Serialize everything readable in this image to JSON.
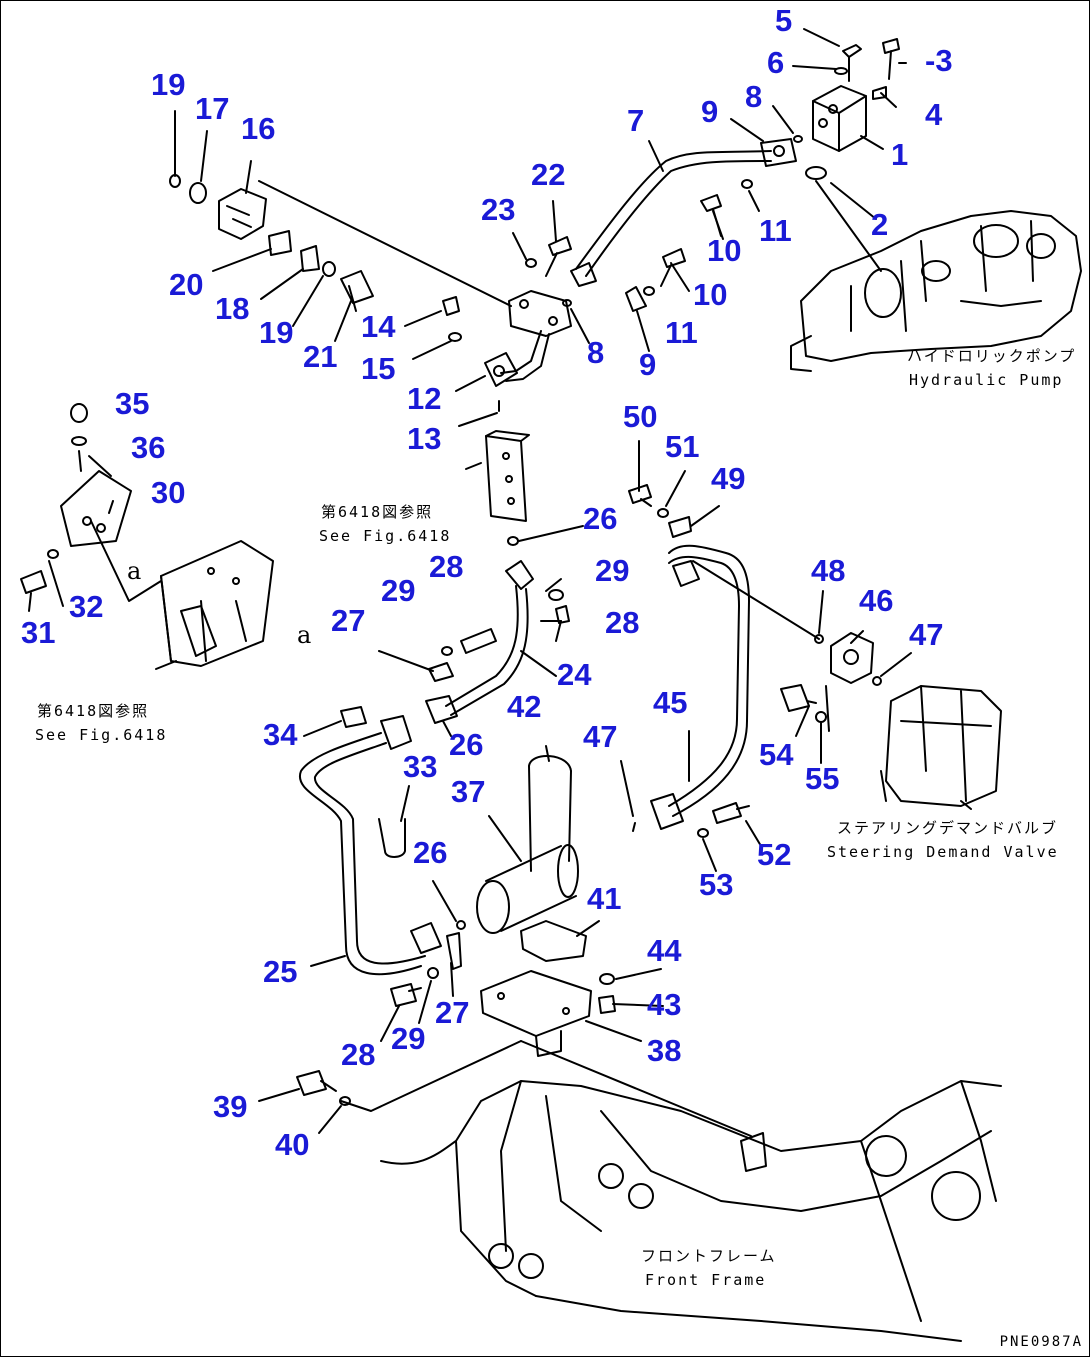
{
  "colors": {
    "callout": "#1a1ad6",
    "line": "#000000"
  },
  "parts": [
    {
      "id": "p5",
      "label": "5"
    },
    {
      "id": "p6",
      "label": "6"
    },
    {
      "id": "p3",
      "label": "-3"
    },
    {
      "id": "p8a",
      "label": "8"
    },
    {
      "id": "p9a",
      "label": "9"
    },
    {
      "id": "p4",
      "label": "4"
    },
    {
      "id": "p7",
      "label": "7"
    },
    {
      "id": "p1",
      "label": "1"
    },
    {
      "id": "p19a",
      "label": "19"
    },
    {
      "id": "p17",
      "label": "17"
    },
    {
      "id": "p16",
      "label": "16"
    },
    {
      "id": "p22",
      "label": "22"
    },
    {
      "id": "p2",
      "label": "2"
    },
    {
      "id": "p23",
      "label": "23"
    },
    {
      "id": "p11a",
      "label": "11"
    },
    {
      "id": "p10a",
      "label": "10"
    },
    {
      "id": "p20",
      "label": "20"
    },
    {
      "id": "p10b",
      "label": "10"
    },
    {
      "id": "p18",
      "label": "18"
    },
    {
      "id": "p19b",
      "label": "19"
    },
    {
      "id": "p21",
      "label": "21"
    },
    {
      "id": "p14",
      "label": "14"
    },
    {
      "id": "p11b",
      "label": "11"
    },
    {
      "id": "p8b",
      "label": "8"
    },
    {
      "id": "p15",
      "label": "15"
    },
    {
      "id": "p9b",
      "label": "9"
    },
    {
      "id": "p12",
      "label": "12"
    },
    {
      "id": "p13",
      "label": "13"
    },
    {
      "id": "p35",
      "label": "35"
    },
    {
      "id": "p36",
      "label": "36"
    },
    {
      "id": "p30",
      "label": "30"
    },
    {
      "id": "p50",
      "label": "50"
    },
    {
      "id": "p51",
      "label": "51"
    },
    {
      "id": "p49",
      "label": "49"
    },
    {
      "id": "p26a",
      "label": "26"
    },
    {
      "id": "p28a",
      "label": "28"
    },
    {
      "id": "p29a",
      "label": "29"
    },
    {
      "id": "p29b",
      "label": "29"
    },
    {
      "id": "p48",
      "label": "48"
    },
    {
      "id": "p46",
      "label": "46"
    },
    {
      "id": "p32",
      "label": "32"
    },
    {
      "id": "p31",
      "label": "31"
    },
    {
      "id": "p27a",
      "label": "27"
    },
    {
      "id": "p28b",
      "label": "28"
    },
    {
      "id": "p47a",
      "label": "47"
    },
    {
      "id": "p24",
      "label": "24"
    },
    {
      "id": "p45",
      "label": "45"
    },
    {
      "id": "p42",
      "label": "42"
    },
    {
      "id": "p34",
      "label": "34"
    },
    {
      "id": "p26b",
      "label": "26"
    },
    {
      "id": "p47b",
      "label": "47"
    },
    {
      "id": "p54",
      "label": "54"
    },
    {
      "id": "p33",
      "label": "33"
    },
    {
      "id": "p55",
      "label": "55"
    },
    {
      "id": "p37",
      "label": "37"
    },
    {
      "id": "p52",
      "label": "52"
    },
    {
      "id": "p26c",
      "label": "26"
    },
    {
      "id": "p53",
      "label": "53"
    },
    {
      "id": "p41",
      "label": "41"
    },
    {
      "id": "p44",
      "label": "44"
    },
    {
      "id": "p25",
      "label": "25"
    },
    {
      "id": "p43",
      "label": "43"
    },
    {
      "id": "p27b",
      "label": "27"
    },
    {
      "id": "p38",
      "label": "38"
    },
    {
      "id": "p28c",
      "label": "28"
    },
    {
      "id": "p29c",
      "label": "29"
    },
    {
      "id": "p39",
      "label": "39"
    },
    {
      "id": "p40",
      "label": "40"
    }
  ],
  "labels": {
    "hydraulic_pump_jp": "ハイドロリックポンプ",
    "hydraulic_pump_en": "Hydraulic Pump",
    "see_fig_upper_jp": "第6418図参照",
    "see_fig_upper_en": "See Fig.6418",
    "see_fig_lower_jp": "第6418図参照",
    "see_fig_lower_en": "See Fig.6418",
    "steering_valve_jp": "ステアリングデマンドバルブ",
    "steering_valve_en": "Steering Demand Valve",
    "front_frame_jp": "フロントフレーム",
    "front_frame_en": "Front Frame",
    "marker_a_1": "a",
    "marker_a_2": "a",
    "drawing_code": "PNE0987A"
  }
}
